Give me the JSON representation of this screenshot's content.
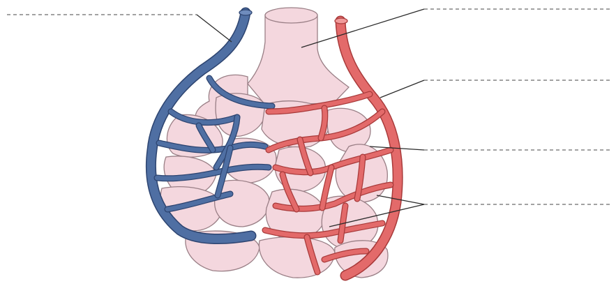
{
  "diagram": {
    "subject": "alveoli-with-capillary-network",
    "labels": [
      {
        "id": "label-1",
        "text": ""
      },
      {
        "id": "label-2",
        "text": ""
      },
      {
        "id": "label-3",
        "text": ""
      },
      {
        "id": "label-4",
        "text": ""
      },
      {
        "id": "label-5",
        "text": ""
      }
    ],
    "colors": {
      "alveolus_fill": "#f4d7de",
      "alveolus_outline": "#9a7f86",
      "deoxygenated_vessel": "#4f6fa3",
      "deoxygenated_outline": "#2d4470",
      "oxygenated_vessel": "#e36a6a",
      "oxygenated_outline": "#a83a3a",
      "label_line": "#6a6a6a"
    }
  }
}
